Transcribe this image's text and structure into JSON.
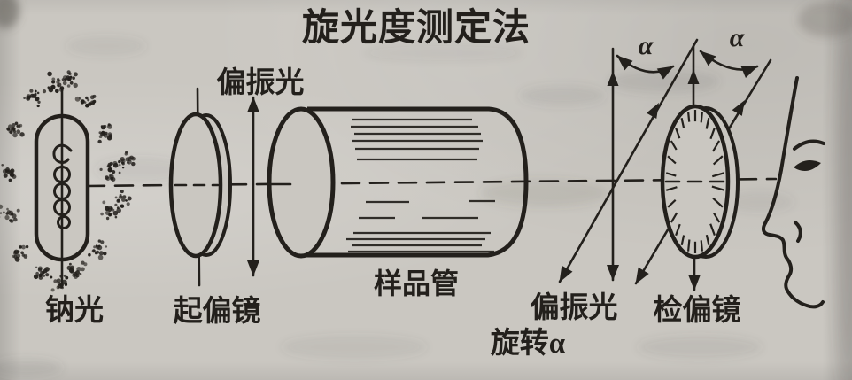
{
  "title": "旋光度测定法",
  "colors": {
    "ink": "#23201c",
    "paper": "#cac7c1"
  },
  "components": {
    "sodium_lamp": {
      "label": "钠光"
    },
    "polarizer": {
      "label": "起偏镜"
    },
    "polarized_light": {
      "label": "偏振光"
    },
    "sample_tube": {
      "label": "样品管"
    },
    "rotated_polarized_light": {
      "label": "偏振光",
      "sublabel": "旋转α"
    },
    "analyzer": {
      "label": "检偏镜"
    }
  },
  "annotations": {
    "rotation_angle_left": "α",
    "rotation_angle_right": "α"
  }
}
